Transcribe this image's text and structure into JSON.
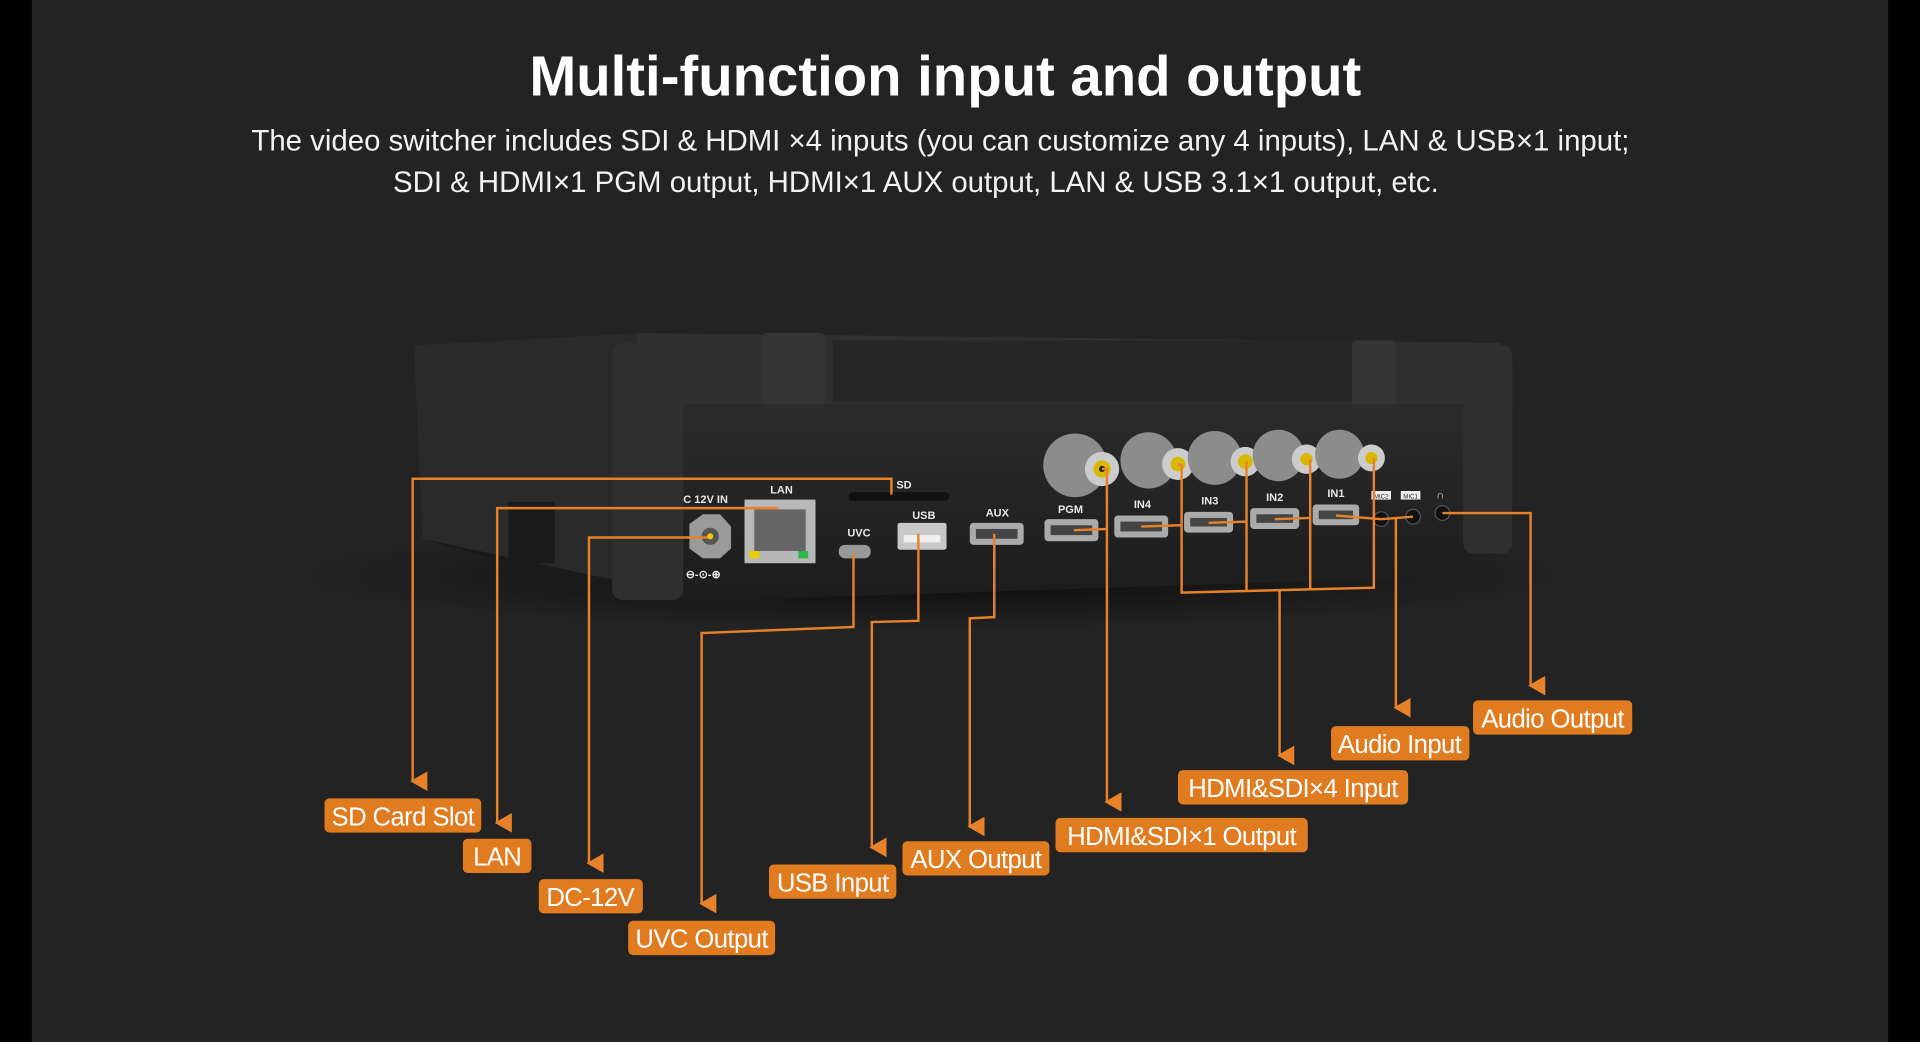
{
  "header": {
    "title": "Multi-function input and output",
    "subtitle_line1": "The video switcher includes SDI & HDMI ×4 inputs (you can customize any 4 inputs), LAN & USB×1 input;",
    "subtitle_line2": "SDI & HDMI×1 PGM output, HDMI×1 AUX output, LAN & USB 3.1×1 output, etc."
  },
  "device": {
    "port_labels": {
      "dc": "C 12V IN",
      "lan": "LAN",
      "sd": "SD",
      "uvc": "UVC",
      "usb": "USB",
      "aux": "AUX",
      "pgm": "PGM",
      "in4": "IN4",
      "in3": "IN3",
      "in2": "IN2",
      "in1": "IN1",
      "mic2": "MIC2",
      "mic1": "MIC1"
    }
  },
  "callouts": {
    "sd_card_slot": "SD Card Slot",
    "lan": "LAN",
    "dc_12v": "DC-12V",
    "uvc_output": "UVC Output",
    "usb_input": "USB Input",
    "aux_output": "AUX Output",
    "hdmi_sdi_output": "HDMI&SDI×1 Output",
    "hdmi_sdi_input": "HDMI&SDI×4 Input",
    "audio_input": "Audio Input",
    "audio_output": "Audio Output"
  },
  "colors": {
    "accent": "#e07b1f",
    "background": "#232323"
  }
}
